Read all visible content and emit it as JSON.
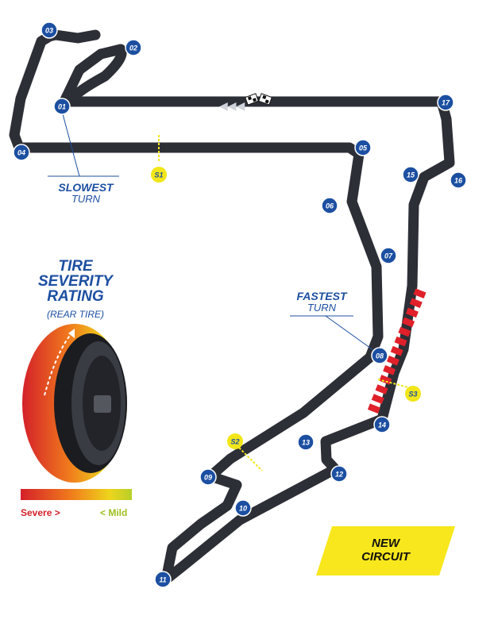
{
  "map": {
    "track_color": "#2d2f36",
    "corner_badge_color": "#1c4fa1",
    "sector_badge_color": "#f2e61a",
    "severe_zone_color": "#e0202a",
    "turns": [
      "01",
      "02",
      "03",
      "04",
      "05",
      "06",
      "07",
      "08",
      "09",
      "10",
      "11",
      "12",
      "13",
      "14",
      "15",
      "16",
      "17"
    ],
    "sectors": [
      "S1",
      "S2",
      "S3"
    ],
    "slowest": {
      "title": "SLOWEST",
      "sub": "TURN"
    },
    "fastest": {
      "title": "FASTEST",
      "sub": "TURN"
    }
  },
  "severity": {
    "title_lines": [
      "TIRE",
      "SEVERITY",
      "RATING"
    ],
    "subtitle": "(REAR TIRE)",
    "severe_label": "Severe >",
    "mild_label": "< Mild",
    "gradient": [
      "#d4202a",
      "#f07b1c",
      "#f2d41a",
      "#b7cf2a"
    ]
  },
  "badge": {
    "lines": [
      "NEW",
      "CIRCUIT"
    ],
    "color": "#f8e71c"
  }
}
